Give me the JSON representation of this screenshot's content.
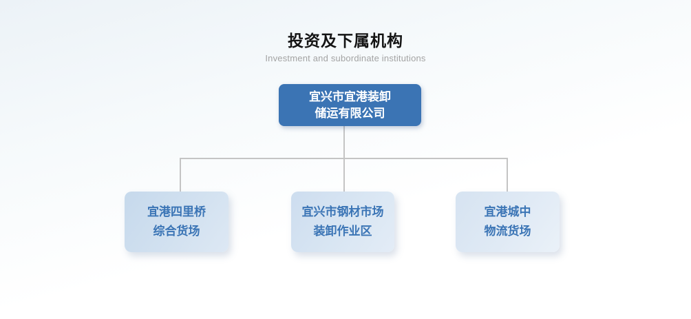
{
  "page": {
    "title": "投资及下属机构",
    "subtitle": "Investment and subordinate institutions"
  },
  "org_chart": {
    "root": {
      "line1": "宜兴市宜港装卸",
      "line2": "储运有限公司"
    },
    "children": [
      {
        "line1": "宜港四里桥",
        "line2": "综合货场"
      },
      {
        "line1": "宜兴市钢材市场",
        "line2": "装卸作业区"
      },
      {
        "line1": "宜港城中",
        "line2": "物流货场"
      }
    ],
    "colors": {
      "root_bg": "#3b74b4",
      "root_text": "#ffffff",
      "child_bg_light": "#d6e3f1",
      "child_text": "#3a74b5",
      "connector": "#c4c4c4"
    }
  }
}
